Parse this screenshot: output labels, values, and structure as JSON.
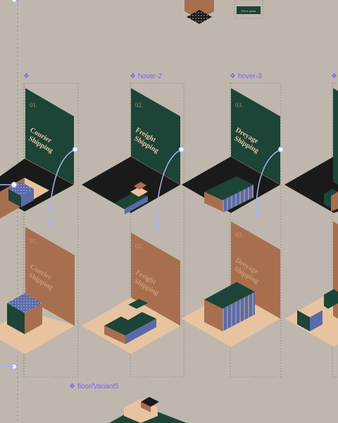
{
  "components": [
    {
      "frame_label": "",
      "number": "01.",
      "title_line1": "Courier",
      "title_line2": "Shipping"
    },
    {
      "frame_label": "hover-2",
      "number": "02.",
      "title_line1": "Freight",
      "title_line2": "Shipping"
    },
    {
      "frame_label": "hover-3",
      "number": "03.",
      "title_line1": "Dreyage",
      "title_line2": "Shipping"
    }
  ],
  "floor_label": "floor/Variant5",
  "top_button_label": "Get a quote",
  "colors": {
    "canvas": "#bfb7ae",
    "dark_green": "#1c4437",
    "copper": "#a86f4e",
    "floor_peach": "#e8c3a0",
    "floor_black": "#1a1a1a",
    "blue": "#5b6aa8",
    "prototype_line": "#a9b4f0",
    "figma_purple": "#7b61ff"
  },
  "icons": {
    "component": "component-diamond-icon",
    "connector": "prototype-connector-icon"
  }
}
